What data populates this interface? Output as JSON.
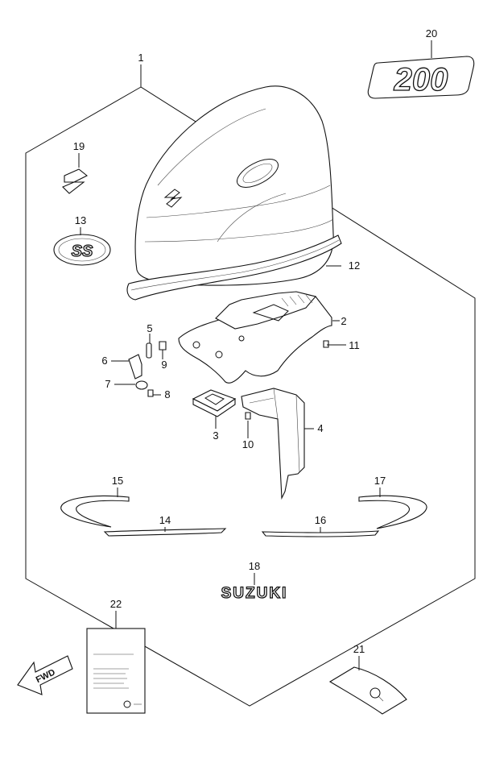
{
  "callouts": [
    "1",
    "2",
    "3",
    "4",
    "5",
    "6",
    "7",
    "8",
    "9",
    "10",
    "11",
    "12",
    "13",
    "14",
    "15",
    "16",
    "17",
    "18",
    "19",
    "20",
    "21",
    "22"
  ],
  "decals": {
    "model": "200",
    "brand": "SUZUKI",
    "badge": "SS",
    "direction": "FWD"
  }
}
